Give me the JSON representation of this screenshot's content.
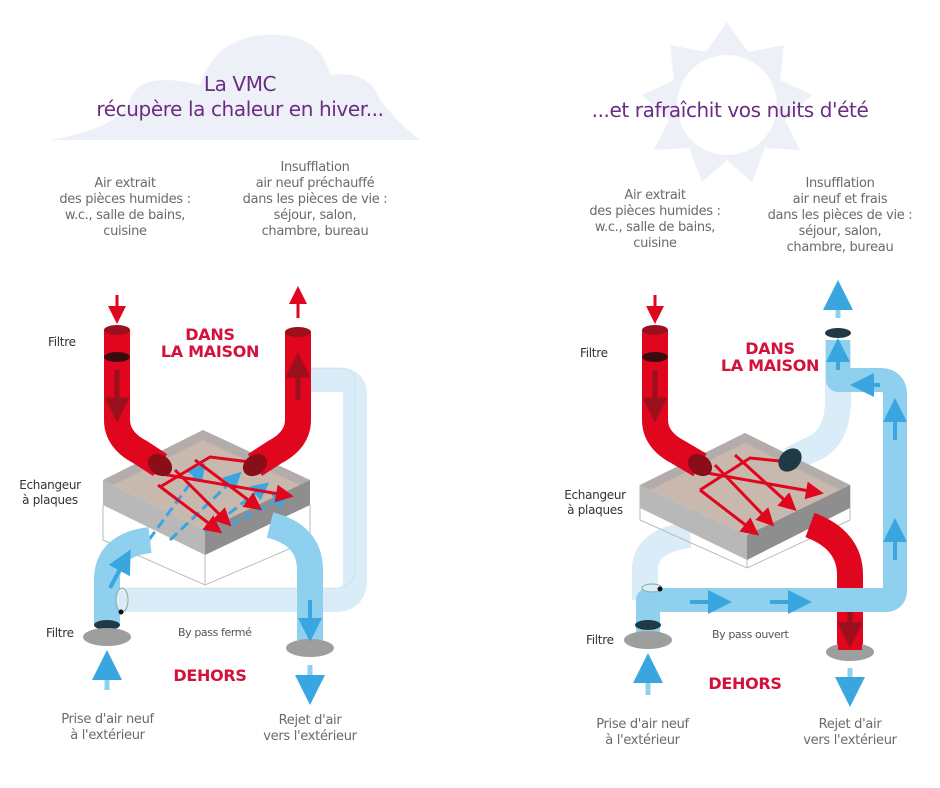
{
  "colors": {
    "title": "#6b2c82",
    "zone": "#d2123a",
    "hot_air": "#e0061e",
    "hot_air_dark": "#9c0f1c",
    "fresh_air": "#8fd0ee",
    "fresh_air_pale": "#d9ecf7",
    "arrow_blue": "#3aa6e0",
    "exchanger": "#9a9a9a",
    "background_shape": "#eef0f7"
  },
  "winter": {
    "title": "La VMC\nrécupère la chaleur en hiver...",
    "background_icon": "cloud",
    "extracted_air": "Air extrait\ndes pièces humides :\nw.c., salle de bains,\ncuisine",
    "supply_air": "Insufflation\nair neuf préchauffé\ndans les pièces de vie :\nséjour, salon,\nchambre, bureau",
    "filter_top": "Filtre",
    "inside_zone": "DANS\nLA MAISON",
    "exchanger": "Echangeur\nà plaques",
    "filter_bottom": "Filtre",
    "bypass": "By pass fermé",
    "outside_zone": "DEHORS",
    "fresh_intake": "Prise d'air neuf\nà l'extérieur",
    "exhaust": "Rejet d'air\nvers l'extérieur"
  },
  "summer": {
    "title": "...et rafraîchit vos nuits d'été",
    "background_icon": "sun",
    "extracted_air": "Air extrait\ndes pièces humides :\nw.c., salle de bains,\ncuisine",
    "supply_air": "Insufflation\nair neuf et frais\ndans les pièces de vie :\nséjour, salon,\nchambre, bureau",
    "filter_top": "Filtre",
    "inside_zone": "DANS\nLA MAISON",
    "exchanger": "Echangeur\nà plaques",
    "filter_bottom": "Filtre",
    "bypass": "By pass ouvert",
    "outside_zone": "DEHORS",
    "fresh_intake": "Prise d'air neuf\nà l'extérieur",
    "exhaust": "Rejet d'air\nvers l'extérieur"
  }
}
